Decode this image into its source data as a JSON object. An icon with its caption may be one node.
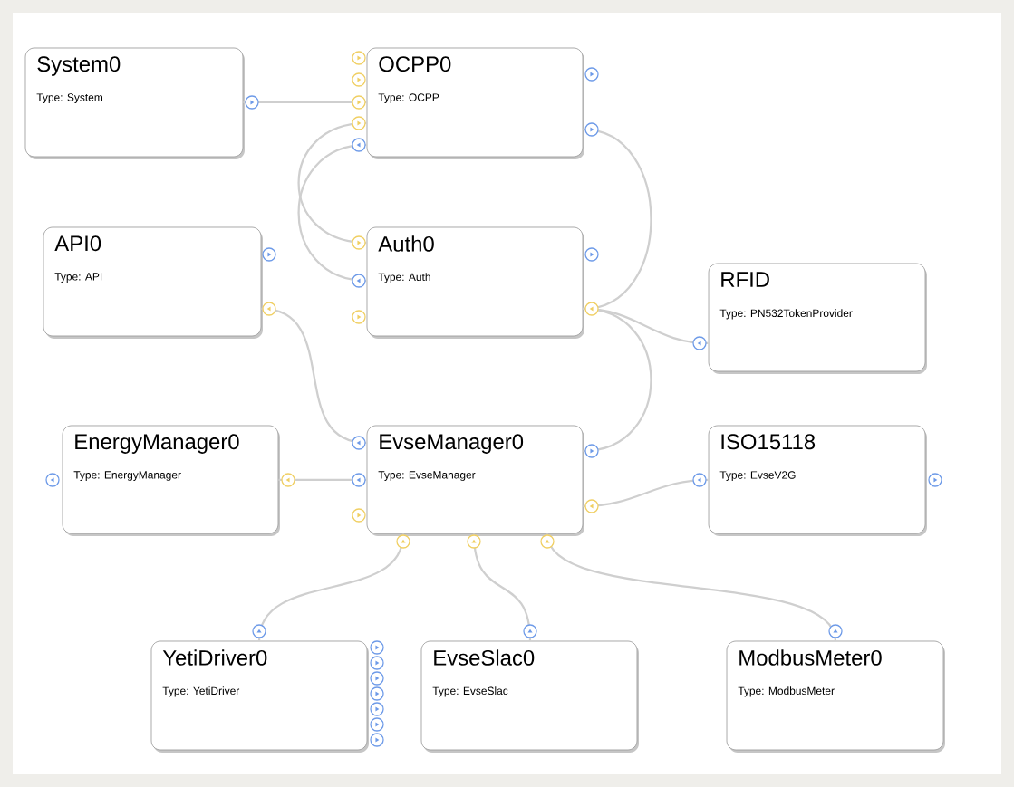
{
  "diagram": {
    "nodes": [
      {
        "text": [
          "System0",
          "Type: System"
        ]
      },
      {
        "text": [
          "OCPP0",
          "Type: OCPP"
        ]
      },
      {
        "text": [
          "API0",
          "Type: API"
        ]
      },
      {
        "text": [
          "Auth0",
          "Type: Auth"
        ]
      },
      {
        "text": [
          "RFID",
          "Type: PN532TokenProvider"
        ]
      },
      {
        "text": [
          "EnergyManager0",
          "Type: EnergyManager"
        ]
      },
      {
        "text": [
          "EvseManager0",
          "Type: EvseManager"
        ]
      },
      {
        "text": [
          "ISO15118",
          "Type: EvseV2G"
        ]
      },
      {
        "text": [
          "YetiDriver0",
          "Type: YetiDriver"
        ]
      },
      {
        "text": [
          "EvseSlac0",
          "Type: EvseSlac"
        ]
      },
      {
        "text": [
          "ModbusMeter0",
          "Type: ModbusMeter"
        ]
      }
    ],
    "edges": [
      {
        "from": 0,
        "to": 1,
        "arrow": "none"
      },
      {
        "from": 1,
        "to": 3,
        "arrow": "none"
      },
      {
        "from": 1,
        "to": 3,
        "arrow": "none"
      },
      {
        "from": 1,
        "to": 3,
        "arrow": "none"
      },
      {
        "from": 3,
        "to": 4,
        "arrow": "none"
      },
      {
        "from": 3,
        "to": 6,
        "arrow": "none"
      },
      {
        "from": 2,
        "to": 6,
        "arrow": "none"
      },
      {
        "from": 5,
        "to": 6,
        "arrow": "none"
      },
      {
        "from": 6,
        "to": 7,
        "arrow": "none"
      },
      {
        "from": 6,
        "to": 8,
        "arrow": "none"
      },
      {
        "from": 6,
        "to": 9,
        "arrow": "none"
      },
      {
        "from": 6,
        "to": 10,
        "arrow": "none"
      }
    ]
  }
}
